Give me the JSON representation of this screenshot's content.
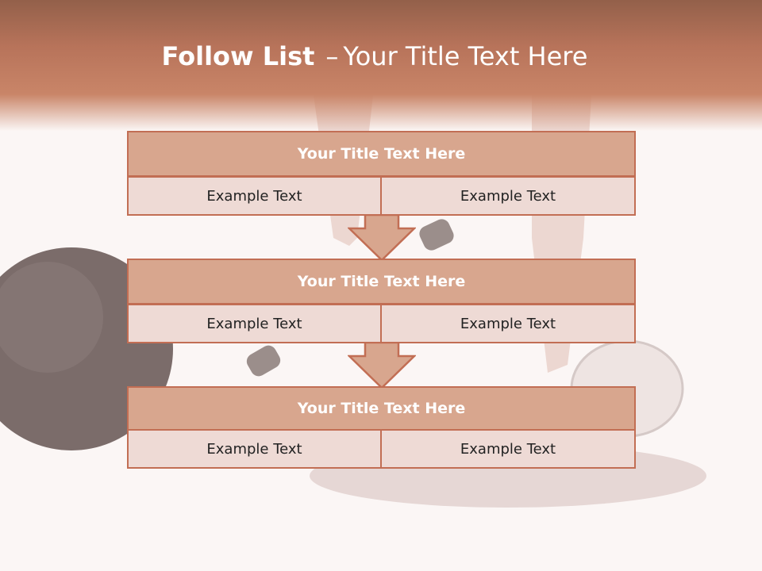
{
  "slide": {
    "title_bold": "Follow List",
    "title_dash": "–",
    "title_rest": "Your Title Text Here"
  },
  "blocks": [
    {
      "title": "Your Title Text Here",
      "cells": [
        "Example Text",
        "Example Text"
      ]
    },
    {
      "title": "Your Title Text Here",
      "cells": [
        "Example Text",
        "Example Text"
      ]
    },
    {
      "title": "Your Title Text Here",
      "cells": [
        "Example Text",
        "Example Text"
      ]
    }
  ],
  "colors": {
    "header": "#b7735a",
    "title_fill": "#d8a68e",
    "cell_fill": "#eedad5",
    "border": "#c26e54"
  }
}
